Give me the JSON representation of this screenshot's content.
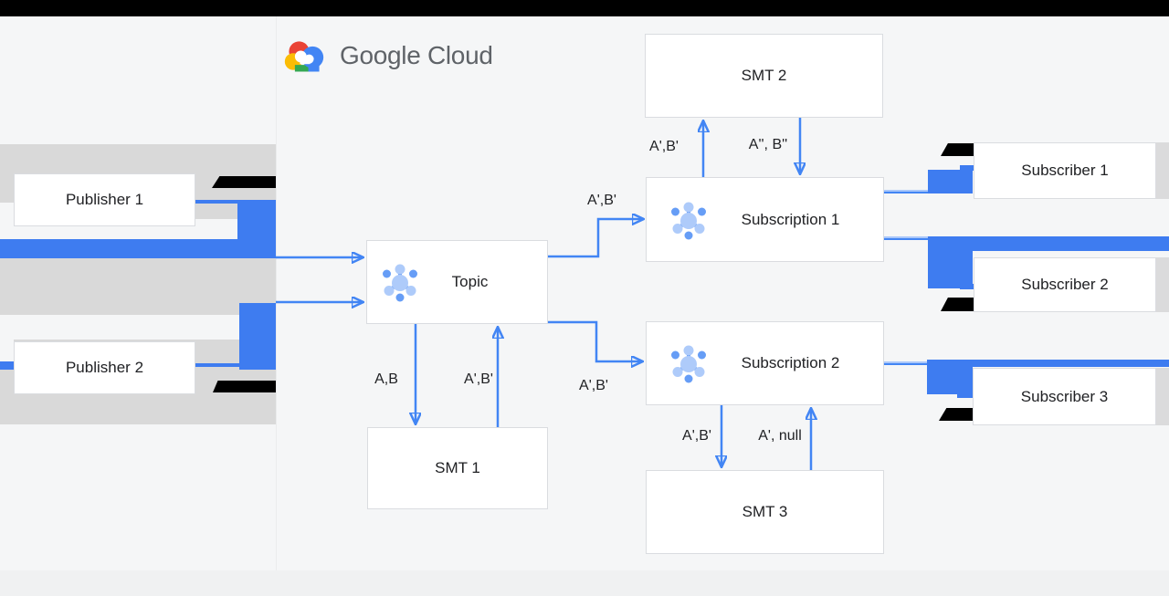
{
  "window": {
    "top_bar_color": "#000000",
    "canvas_bg": "#f5f6f7",
    "footer_color": "#f0f1f2"
  },
  "logo": {
    "label": "Google Cloud",
    "icon": "google-cloud-logo"
  },
  "nodes": {
    "publisher1": {
      "label": "Publisher 1"
    },
    "publisher2": {
      "label": "Publisher 2"
    },
    "topic": {
      "label": "Topic",
      "icon": "pubsub-icon"
    },
    "smt1": {
      "label": "SMT 1"
    },
    "smt2": {
      "label": "SMT 2"
    },
    "smt3": {
      "label": "SMT 3"
    },
    "subscription1": {
      "label": "Subscription 1",
      "icon": "pubsub-icon"
    },
    "subscription2": {
      "label": "Subscription 2",
      "icon": "pubsub-icon"
    },
    "subscriber1": {
      "label": "Subscriber 1"
    },
    "subscriber2": {
      "label": "Subscriber 2"
    },
    "subscriber3": {
      "label": "Subscriber 3"
    }
  },
  "edge_labels": {
    "topic_to_smt1": "A,B",
    "smt1_to_topic": "A',B'",
    "topic_to_subscription1": "A',B'",
    "topic_to_subscription2": "A',B'",
    "subscription1_to_smt2": "A',B'",
    "smt2_to_subscription1": "A'', B''",
    "subscription2_to_smt3": "A',B'",
    "smt3_to_subscription2": "A', null"
  },
  "colors": {
    "arrow_blue": "#4285f4",
    "pipe_blue": "#3e7cf0",
    "stripe_gray": "#d9d9d9",
    "node_border": "#dadce0",
    "text": "#202124",
    "logo_text": "#5f6368",
    "icon_light_blue": "#aecbfa",
    "icon_medium_blue": "#669df6",
    "glitch_black": "#000000"
  }
}
